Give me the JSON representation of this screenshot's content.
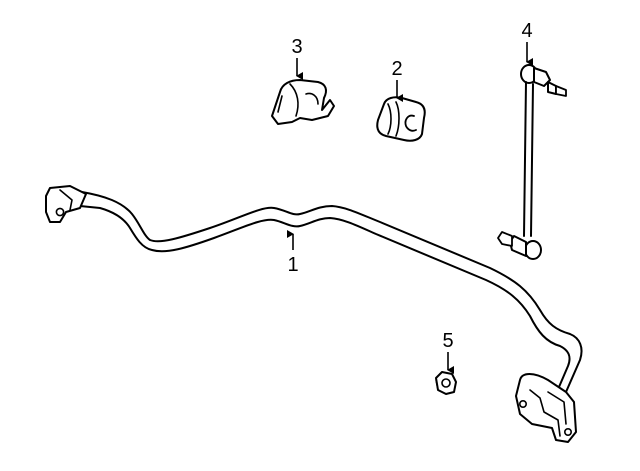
{
  "diagram": {
    "callouts": [
      {
        "id": "1",
        "label": "1",
        "part": "stabilizer-bar"
      },
      {
        "id": "2",
        "label": "2",
        "part": "bushing"
      },
      {
        "id": "3",
        "label": "3",
        "part": "bushing-bracket"
      },
      {
        "id": "4",
        "label": "4",
        "part": "stabilizer-link"
      },
      {
        "id": "5",
        "label": "5",
        "part": "nut"
      }
    ],
    "colors": {
      "line": "#000000",
      "background": "#ffffff"
    }
  }
}
